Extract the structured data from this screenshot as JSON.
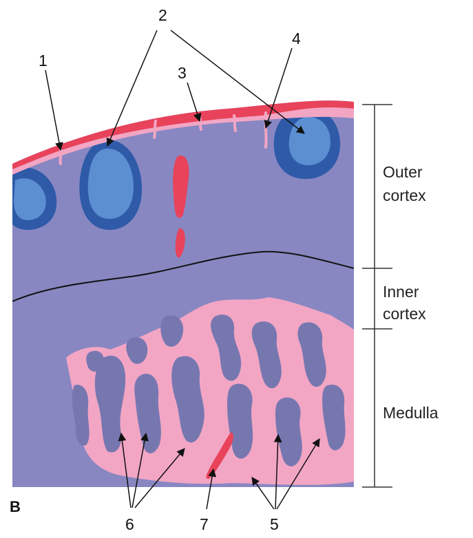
{
  "figure": {
    "panel_label": "B",
    "zones": {
      "outer_cortex": [
        "Outer",
        "cortex"
      ],
      "inner_cortex": [
        "Inner",
        "cortex"
      ],
      "medulla": "Medulla"
    },
    "callouts": [
      "1",
      "2",
      "3",
      "4",
      "5",
      "6",
      "7"
    ],
    "colors": {
      "parenchyma": "#8887c2",
      "medullary_cord": "#7777b0",
      "capsule_red": "#e8435a",
      "sinus_pink": "#f2a6c4",
      "follicle_dark": "#2e5aa8",
      "germinal_center": "#5b8fd2",
      "boundary_line": "#111111"
    }
  }
}
